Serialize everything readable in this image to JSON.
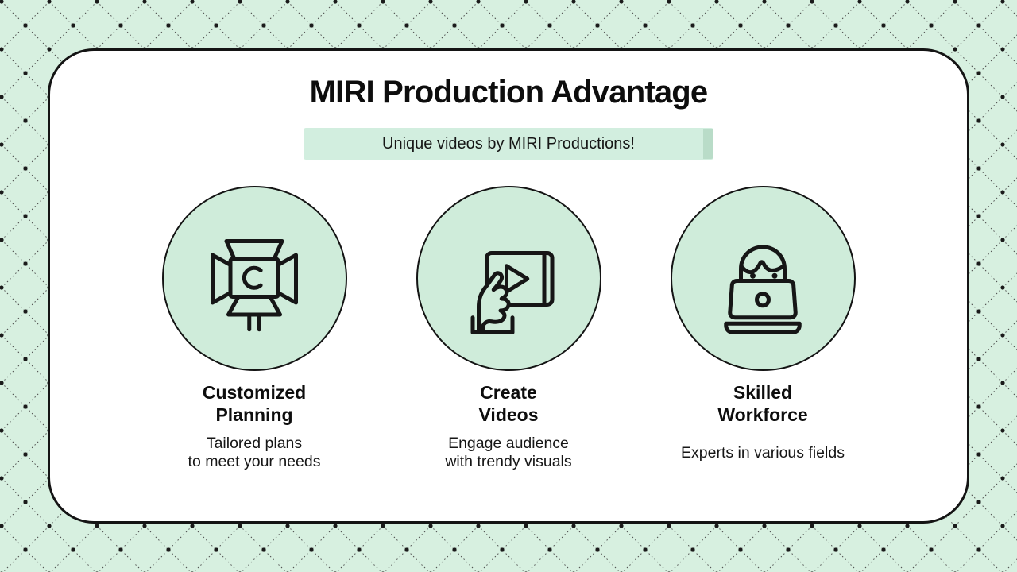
{
  "theme": {
    "background_color": "#d7f0e0",
    "pattern_dot_color": "#1a1a1a",
    "pattern_line_color": "#4a4a4a",
    "card_color": "#ffffff",
    "card_border_color": "#141414",
    "circle_fill_color": "#cfecda",
    "highlight_color": "#d2eedf",
    "highlight_edge_color": "#b9dcc8",
    "text_color": "#141414"
  },
  "header": {
    "title": "MIRI Production Advantage",
    "subtitle": "Unique videos by MIRI Productions!"
  },
  "features": [
    {
      "icon": "studio-light-icon",
      "title": "Customized\nPlanning",
      "description": "Tailored plans\nto meet your needs"
    },
    {
      "icon": "tablet-play-icon",
      "title": "Create\nVideos",
      "description": "Engage audience\nwith trendy visuals"
    },
    {
      "icon": "person-laptop-icon",
      "title": "Skilled\nWorkforce",
      "description": "Experts in various fields"
    }
  ]
}
